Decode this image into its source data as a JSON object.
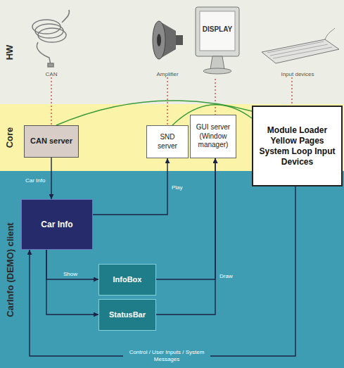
{
  "diagram": {
    "nodes": [
      {
        "text": [
          "HW"
        ]
      },
      {
        "text": [
          "CAN"
        ],
        "in": 0
      },
      {
        "text": [
          "Amplifier"
        ],
        "in": 0
      },
      {
        "text": [
          "DISPLAY"
        ],
        "in": 0
      },
      {
        "text": [
          "Input devices"
        ],
        "in": 0
      },
      {
        "text": [
          "Core"
        ]
      },
      {
        "text": [
          "CAN server"
        ],
        "in": 5
      },
      {
        "text": [
          "SND server"
        ],
        "in": 5
      },
      {
        "text": [
          "GUI server (Window manager)"
        ],
        "in": 5
      },
      {
        "text": [
          "Module Loader Yellow Pages System Loop Input Devices"
        ],
        "in": 5
      },
      {
        "text": [
          "CarInfo (DEMO) client"
        ]
      },
      {
        "text": [
          "Car Info"
        ],
        "in": 10
      },
      {
        "text": [
          "InfoBox"
        ],
        "in": 10
      },
      {
        "text": [
          "StatusBar"
        ],
        "in": 10
      }
    ],
    "edges": [
      {
        "from": 1,
        "to": 6,
        "arrow": "none"
      },
      {
        "from": 2,
        "to": 7,
        "arrow": "none"
      },
      {
        "from": 3,
        "to": 8,
        "arrow": "none"
      },
      {
        "from": 4,
        "to": 9,
        "arrow": "none"
      },
      {
        "from": 9,
        "to": 6,
        "arrow": "none"
      },
      {
        "from": 9,
        "to": 7,
        "arrow": "none"
      },
      {
        "from": 6,
        "to": 11,
        "label": "Car Info",
        "arrow": "to"
      },
      {
        "from": 11,
        "to": 7,
        "label": "Play",
        "arrow": "to"
      },
      {
        "from": 11,
        "to": 12,
        "label": "Show",
        "arrow": "to"
      },
      {
        "from": 11,
        "to": 13,
        "arrow": "to"
      },
      {
        "from": 12,
        "to": 8,
        "label": "Draw",
        "arrow": "to"
      },
      {
        "from": 13,
        "to": 8,
        "arrow": "to"
      },
      {
        "from": 9,
        "to": 11,
        "label": "Control / User Inputs / System Messages",
        "arrow": "to"
      }
    ]
  }
}
